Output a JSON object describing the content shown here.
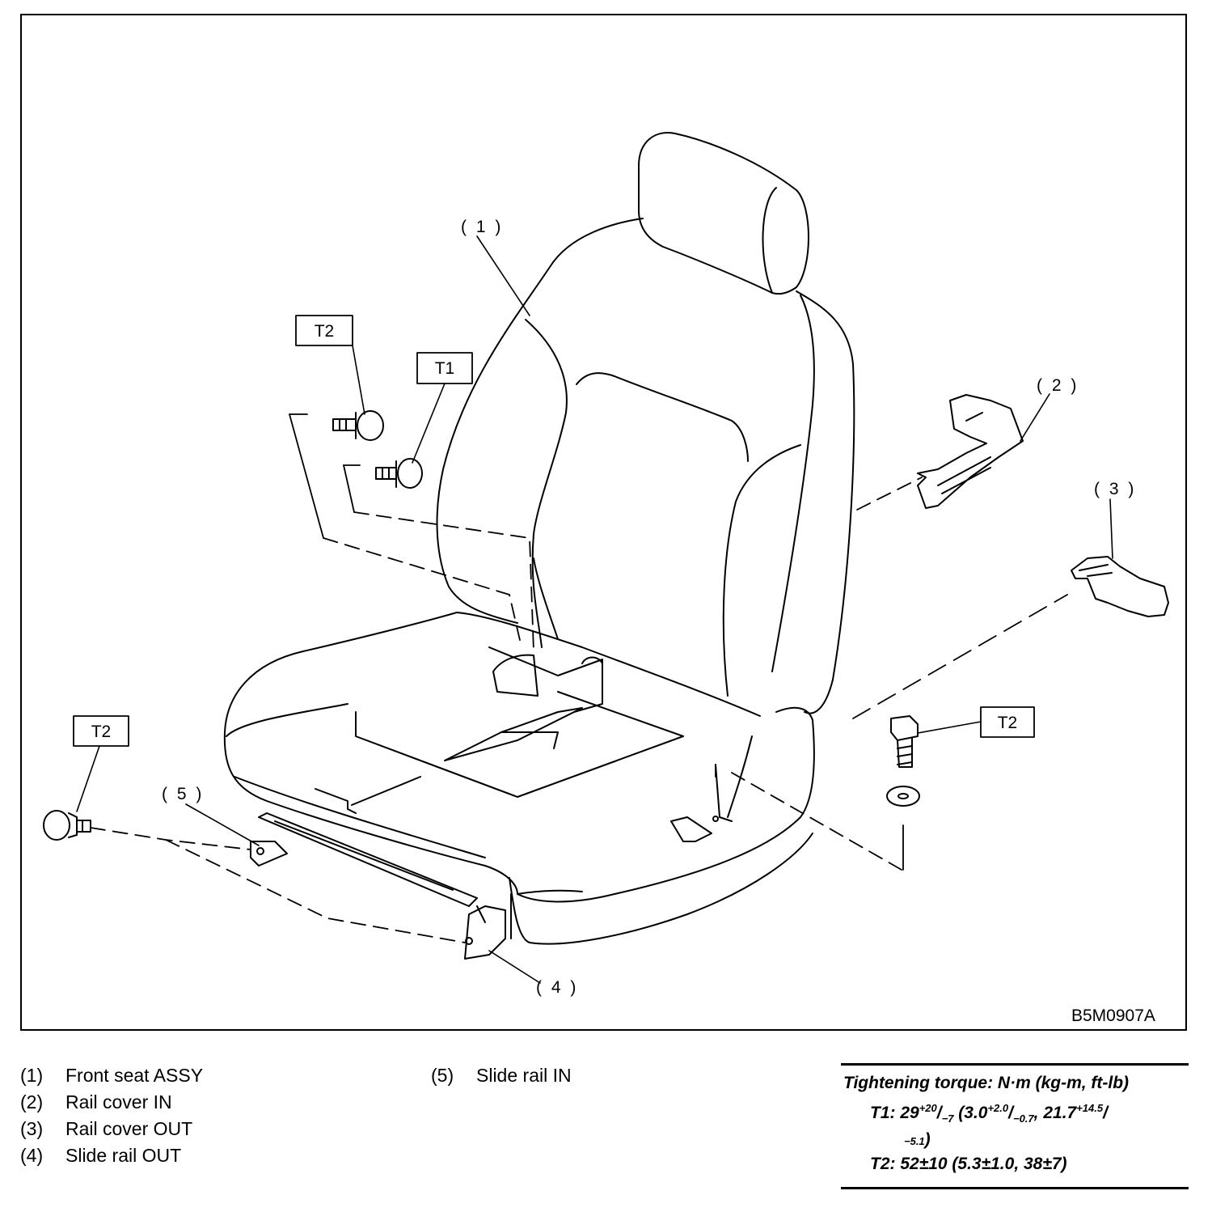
{
  "figure": {
    "code": "B5M0907A",
    "callouts": {
      "c1": "( 1 )",
      "c2": "( 2 )",
      "c3": "( 3 )",
      "c4": "( 4 )",
      "c5": "( 5 )"
    },
    "torque_labels": {
      "t2_top": "T2",
      "t1": "T1",
      "t2_left": "T2",
      "t2_right": "T2"
    }
  },
  "legend": {
    "items": [
      {
        "num": "(1)",
        "label": "Front seat ASSY"
      },
      {
        "num": "(2)",
        "label": "Rail cover IN"
      },
      {
        "num": "(3)",
        "label": "Rail cover OUT"
      },
      {
        "num": "(4)",
        "label": "Slide rail OUT"
      },
      {
        "num": "(5)",
        "label": "Slide rail IN"
      }
    ]
  },
  "torque": {
    "title": "Tightening torque: N·m (kg-m, ft-lb)",
    "t1": {
      "name": "T1:",
      "base": "29",
      "plus": "+20",
      "minus": "−7",
      "kgm_open": "(3.0",
      "kgm_plus": "+2.0",
      "kgm_minus": "−0.7",
      "sep": ",",
      "ftlb": "21.7",
      "ftlb_plus": "+14.5",
      "ftlb_minus": "−5.1",
      "close": ")"
    },
    "t2": "T2: 52±10 (5.3±1.0, 38±7)"
  }
}
